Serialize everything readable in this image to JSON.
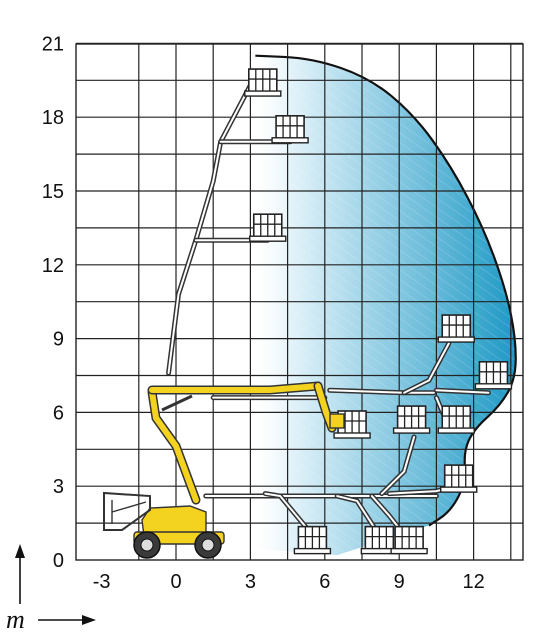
{
  "diagram": {
    "type": "working-range",
    "unit_label": "m",
    "x_axis": {
      "ticks": [
        "-3",
        "0",
        "3",
        "6",
        "9",
        "12"
      ],
      "range": [
        -3,
        14
      ]
    },
    "y_axis": {
      "ticks": [
        "0",
        "3",
        "6",
        "9",
        "12",
        "15",
        "18",
        "21"
      ],
      "range": [
        0,
        21
      ]
    },
    "colors": {
      "envelope_light": "#ffffff",
      "envelope_dark": "#1a97c4",
      "machine": "#f4d320",
      "outline": "#222222"
    },
    "envelope_outline": [
      [
        3.2,
        20.5
      ],
      [
        5.5,
        20.4
      ],
      [
        7.8,
        19.6
      ],
      [
        9.6,
        18.1
      ],
      [
        11.1,
        16.0
      ],
      [
        12.4,
        13.5
      ],
      [
        13.3,
        11.0
      ],
      [
        13.7,
        9.0
      ],
      [
        13.7,
        7.4
      ],
      [
        13.1,
        6.3
      ],
      [
        12.0,
        5.3
      ],
      [
        11.6,
        4.4
      ],
      [
        11.7,
        3.2
      ],
      [
        11.1,
        2.0
      ],
      [
        10.2,
        1.4
      ]
    ],
    "baskets": [
      {
        "name": "basket-top",
        "x": 3.5,
        "y": 18.9
      },
      {
        "name": "basket-upper",
        "x": 4.6,
        "y": 17.0
      },
      {
        "name": "basket-mid-high",
        "x": 3.7,
        "y": 13.0
      },
      {
        "name": "basket-yellow",
        "x": 7.1,
        "y": 5.0
      },
      {
        "name": "basket-right-1",
        "x": 11.3,
        "y": 8.9
      },
      {
        "name": "basket-right-2",
        "x": 12.8,
        "y": 7.0
      },
      {
        "name": "basket-right-3",
        "x": 11.3,
        "y": 5.2
      },
      {
        "name": "basket-mid-low",
        "x": 9.5,
        "y": 5.2
      },
      {
        "name": "basket-right-low",
        "x": 11.4,
        "y": 2.8
      },
      {
        "name": "basket-floor-1",
        "x": 5.5,
        "y": 0.3
      },
      {
        "name": "basket-floor-2",
        "x": 8.2,
        "y": 0.3
      },
      {
        "name": "basket-floor-3",
        "x": 9.4,
        "y": 0.3
      }
    ],
    "booms": [
      {
        "name": "boom-vertical",
        "points": [
          [
            -0.3,
            7.6
          ],
          [
            0.1,
            10.8
          ],
          [
            0.8,
            13.0
          ],
          [
            1.5,
            15.4
          ],
          [
            1.8,
            17.0
          ],
          [
            3.0,
            19.3
          ],
          [
            3.5,
            19.3
          ]
        ]
      },
      {
        "name": "boom-arm-17",
        "points": [
          [
            1.8,
            17.0
          ],
          [
            4.6,
            17.0
          ]
        ]
      },
      {
        "name": "boom-arm-13",
        "points": [
          [
            0.8,
            13.0
          ],
          [
            3.7,
            13.0
          ]
        ]
      },
      {
        "name": "boom-lower-arm",
        "points": [
          [
            1.2,
            2.6
          ],
          [
            8.0,
            2.6
          ],
          [
            10.5,
            2.6
          ]
        ]
      },
      {
        "name": "boom-drop-1",
        "points": [
          [
            3.6,
            2.7
          ],
          [
            4.2,
            2.6
          ],
          [
            5.6,
            0.9
          ]
        ]
      },
      {
        "name": "boom-drop-2",
        "points": [
          [
            6.5,
            2.6
          ],
          [
            7.3,
            2.4
          ],
          [
            8.2,
            1.0
          ]
        ]
      },
      {
        "name": "boom-drop-3",
        "points": [
          [
            7.9,
            2.6
          ],
          [
            8.6,
            1.8
          ],
          [
            9.3,
            0.9
          ]
        ]
      },
      {
        "name": "boom-mid-6",
        "points": [
          [
            1.5,
            6.6
          ],
          [
            6.0,
            6.6
          ]
        ]
      },
      {
        "name": "boom-right-arm",
        "points": [
          [
            6.2,
            6.9
          ],
          [
            9.2,
            6.8
          ],
          [
            10.4,
            6.8
          ]
        ]
      },
      {
        "name": "boom-right-up",
        "points": [
          [
            9.2,
            6.8
          ],
          [
            10.2,
            7.3
          ],
          [
            11.0,
            8.8
          ]
        ]
      },
      {
        "name": "boom-right-mid",
        "points": [
          [
            10.5,
            6.9
          ],
          [
            12.6,
            6.8
          ]
        ]
      },
      {
        "name": "boom-right-down",
        "points": [
          [
            10.5,
            6.6
          ],
          [
            11.0,
            5.4
          ]
        ]
      },
      {
        "name": "boom-lower-up",
        "points": [
          [
            8.3,
            2.7
          ],
          [
            9.2,
            3.6
          ],
          [
            9.6,
            5.0
          ]
        ]
      },
      {
        "name": "boom-lower-right",
        "points": [
          [
            8.6,
            2.7
          ],
          [
            10.5,
            2.8
          ],
          [
            11.3,
            3.0
          ]
        ]
      }
    ]
  }
}
